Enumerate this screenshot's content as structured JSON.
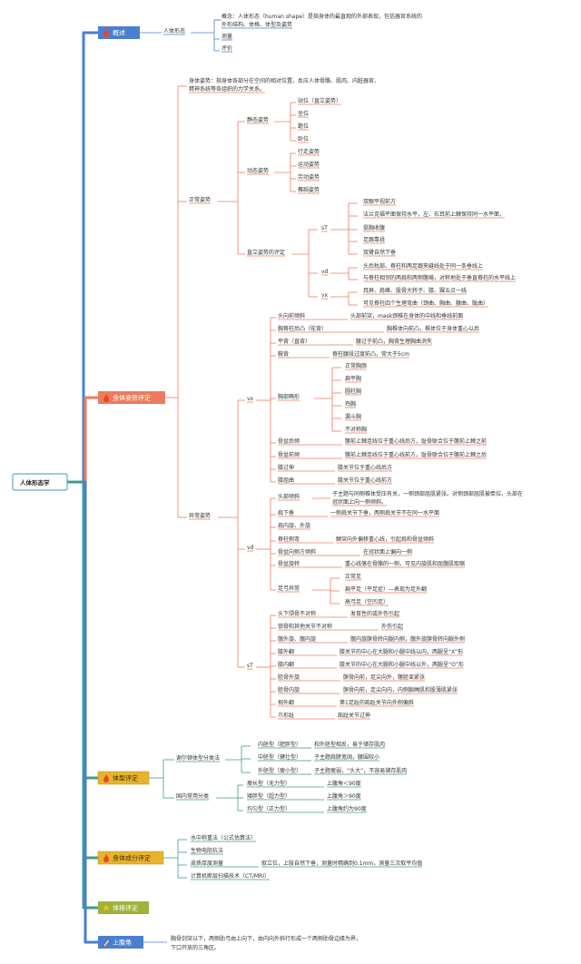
{
  "root": "人体形态学",
  "colors": {
    "blue": "#4a7fcf",
    "salmon": "#ec7b5e",
    "teal": "#3e9b93",
    "gold": "#e8b32b",
    "olive": "#9fb23a",
    "root_border": "#6aa7c7"
  },
  "overview": {
    "label": "概述",
    "icon": "fire-icon",
    "child": "人体形态",
    "items": [
      "概念：人体形态（human shape）是指身体的最直观的外部表现，包括器官系统的",
      "外形结构、体格、体型及姿势",
      "测量",
      "评价"
    ]
  },
  "posture": {
    "label": "身体姿势评定",
    "icon": "fire-icon",
    "definition": [
      "身体姿势：指身体各部分在空间的相对位置，反应人体骨骼、肌肉、内脏器官、",
      "精神系统等各组织的力学关系。"
    ],
    "normal": {
      "label": "正常姿势",
      "static": {
        "label": "静态姿势",
        "items": [
          "站位（直立姿势）",
          "坐位",
          "跪位",
          "卧位"
        ]
      },
      "dynamic": {
        "label": "动态姿势",
        "items": [
          "行走姿势",
          "运动姿势",
          "劳动姿势",
          "舞蹈姿势"
        ]
      },
      "upright": {
        "label": "直立姿势的评定",
        "st": {
          "label": "sT",
          "items": [
            "双眼平视前方",
            "法兰克福平面保持水平，左、右耳前上棘保持同一水平面，",
            "挺胸收腹",
            "足跟靠拢",
            "双臂自然下垂"
          ]
        },
        "vd": {
          "label": "vd",
          "items": [
            "头后枕部、脊柱和两足跟夹缝线处于同一条垂线上",
            "与脊柱相邻的两肩和两侧髂嵴，对称地处于垂直脊柱的水平线上"
          ]
        },
        "vx": {
          "label": "vx",
          "items": [
            "耳屏、肩峰、股骨大转子、膝、踝五点一线",
            "可见脊柱四个生理弯曲（颈曲、胸曲、腰曲、骶曲）"
          ]
        }
      }
    },
    "abnormal": {
      "label": "异常姿势",
      "vx": {
        "label": "vx",
        "items": [
          {
            "k": "头向前倾斜",
            "v": "头部前突，mask颈椎在身体的中线和垂线前面"
          },
          {
            "k": "胸脊柱后凸（驼背）",
            "v": "胸椎体向前凸，椎体位于身体重心以后"
          },
          {
            "k": "平背（直背）",
            "v": "腰过于前凸，胸背生理胸曲消失"
          },
          {
            "k": "鞍背",
            "v": "脊柱腰段过度前凸，常大于5cm"
          }
        ],
        "chest": {
          "label": "胸部畸形",
          "items": [
            "正常胸廓",
            "扁平胸",
            "圆柱胸",
            "鸡胸",
            "漏斗胸",
            "不对称胸"
          ]
        },
        "items2": [
          {
            "k": "骨盆后倾",
            "v": "髂前上棘连线位于重心线后方，耻骨联合位于髂前上棘之前"
          },
          {
            "k": "骨盆前倾",
            "v": "髂前上棘连线位于重心线前方，耻骨联合位于髂前上棘之后"
          },
          {
            "k": "膝过伸",
            "v": "膝关节位于重心线后方"
          },
          {
            "k": "膝屈曲",
            "v": "膝关节位于重心线前方"
          }
        ]
      },
      "vd": {
        "label": "vd",
        "head_tilt": {
          "k": "头部倾斜",
          "v1": "子主题与同侧椎体受压有关，一侧颈部屈肌紧张。对侧颈部屈肌被牵拉，头部在",
          "v2": "冠状面上向一侧倾斜。"
        },
        "items": [
          {
            "k": "肩下垂",
            "v": "一侧肩关节下垂，两侧肩关节不在同一水平面"
          },
          {
            "k": "肩内旋、外旋",
            "v": ""
          },
          {
            "k": "脊柱侧弯",
            "v": "棘突向外偏移重心线，引起肩和骨盆倾斜"
          },
          {
            "k": "骨盆向侧方倾斜",
            "v": "在冠状面上偏向一侧"
          },
          {
            "k": "骨盆旋转",
            "v": "重心线落在骨骼的一侧，可见内旋肌和屈髋肌取缩"
          }
        ],
        "foot": {
          "label": "足弓异常",
          "items": [
            "正常足",
            "扁平足（平足症）—表现为足外翻",
            "高弓足（空凹足）"
          ]
        }
      },
      "st": {
        "label": "sT",
        "items": [
          {
            "k": "头下颌骨不对称",
            "v": "发育性的或外伤引起"
          },
          {
            "k": "锁骨和其他关节不对称",
            "v": "外伤引起"
          },
          {
            "k": "髋外旋、髋内旋",
            "v": "髋内旋髌骨转向腿内侧，髋外旋髌骨转向腿外侧"
          },
          {
            "k": "膝外翻",
            "v": "膝关节的中心在大腿和小腿中线以内，两腿呈“X”形"
          },
          {
            "k": "膝内翻",
            "v": "膝关节的中心在大腿和小腿中线以外，两腿呈“O”形"
          },
          {
            "k": "胫骨外旋",
            "v": "髌骨向前，足尖向外，髂胫束紧张"
          },
          {
            "k": "胫骨内旋",
            "v": "髌骨向前，足尖向内，内侧腘绳肌和股薄肌紧张"
          },
          {
            "k": "拇外翻",
            "v": "第1足趾的跖趾关节向外侧偏斜"
          },
          {
            "k": "爪形趾",
            "v": "跖趾关节过伸"
          }
        ]
      }
    }
  },
  "body_type": {
    "label": "体型评定",
    "icon": "fire-icon",
    "sheldon": {
      "label": "谢尔顿体型分类法",
      "items": [
        {
          "k": "内胚型（肥胖型）",
          "v": "和外胚型相反，易于储存肌肉"
        },
        {
          "k": "中胚型（健壮型）",
          "v": "子主题肩膀宽阔，腰围较小"
        },
        {
          "k": "外胚型（瘦小型）",
          "v": "子主题瘦弱，“头大”，不容易储存肌肉"
        }
      ]
    },
    "domestic": {
      "label": "国内常用分类",
      "items": [
        {
          "k": "瘦长型（无力型）",
          "v": "上腹角＜90度"
        },
        {
          "k": "矮胖型（超力型）",
          "v": "上腹角＞90度"
        },
        {
          "k": "均匀型（正力型）",
          "v": "上腹角约为90度"
        }
      ]
    }
  },
  "composition": {
    "label": "身体成分评定",
    "icon": "fire-icon",
    "items": [
      {
        "k": "水中称重法（公式估算法）",
        "v": ""
      },
      {
        "k": "生物电阻抗法",
        "v": ""
      },
      {
        "k": "皮质厚度测量",
        "v": "取立位，上肢自然下垂，测量时精确到0.1mm，测量三次取平均值"
      },
      {
        "k": "计算机断层扫描技术（CT/MRI）",
        "v": ""
      }
    ]
  },
  "physique": {
    "label": "体格评定",
    "icon": "star-icon"
  },
  "epigastric": {
    "label": "上腹角",
    "icon": "brush-icon",
    "items": [
      "胸骨剑突以下，两侧肋弓由上向下，由内向外斜行形成一个两侧肋骨边缘为界，",
      "下口开放的三角区。"
    ]
  }
}
